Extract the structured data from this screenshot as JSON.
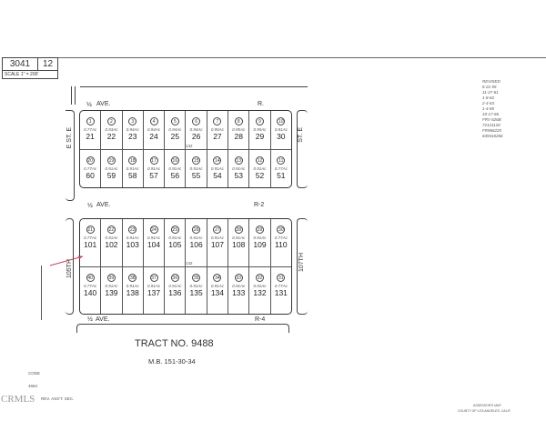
{
  "header": {
    "book": "3041",
    "page": "12",
    "scale": "SCALE 1\" = 200'"
  },
  "revised_note": [
    "REVISED",
    "6-21-55",
    "11-27-61",
    "1-8-62",
    "2-4-63",
    "1-4-65",
    "10-17-66",
    "FRV 626B",
    "72121120",
    "FR966220",
    "639416266"
  ],
  "streets": {
    "ave_r": "AVE.",
    "r": "R.",
    "ave_r2": "AVE.",
    "r2": "R-2",
    "ave_r4": "AVE.",
    "r4": "R-4",
    "e_st_w": "E ST. E",
    "st_e": "ST. E",
    "th105": "105TH",
    "th107": "107TH",
    "half": "½"
  },
  "blocks": [
    {
      "top": {
        "lots": [
          "21",
          "22",
          "23",
          "24",
          "25",
          "26",
          "27",
          "28",
          "29",
          "30"
        ],
        "circles": [
          "1",
          "2",
          "3",
          "4",
          "5",
          "6",
          "7",
          "8",
          "9",
          "10"
        ],
        "acres": [
          "0.77Ac",
          "0.93Ac",
          "0.94Ac",
          "0.94Ac",
          "0.94Ac",
          "0.94Ac",
          "0.95Ac",
          "0.95Ac",
          "0.95Ac",
          "0.81Ac"
        ]
      },
      "bottom": {
        "lots": [
          "60",
          "59",
          "58",
          "57",
          "56",
          "55",
          "54",
          "53",
          "52",
          "51"
        ],
        "circles": [
          "20",
          "19",
          "18",
          "17",
          "16",
          "15",
          "14",
          "13",
          "12",
          "11"
        ],
        "acres": [
          "0.77Ac",
          "0.91Ac",
          "0.91Ac",
          "0.91Ac",
          "0.91Ac",
          "0.91Ac",
          "0.91Ac",
          "0.91Ac",
          "0.91Ac",
          "0.77Ac"
        ]
      }
    },
    {
      "top": {
        "lots": [
          "101",
          "102",
          "103",
          "104",
          "105",
          "106",
          "107",
          "108",
          "109",
          "110"
        ],
        "circles": [
          "21",
          "22",
          "23",
          "24",
          "25",
          "26",
          "27",
          "28",
          "29",
          "30"
        ],
        "acres": [
          "0.77Ac",
          "0.91Ac",
          "0.91Ac",
          "0.91Ac",
          "0.91Ac",
          "0.91Ac",
          "0.91Ac",
          "0.91Ac",
          "0.91Ac",
          "0.77Ac"
        ]
      },
      "bottom": {
        "lots": [
          "140",
          "139",
          "138",
          "137",
          "136",
          "135",
          "134",
          "133",
          "132",
          "131"
        ],
        "circles": [
          "40",
          "39",
          "38",
          "37",
          "36",
          "35",
          "34",
          "33",
          "32",
          "31"
        ],
        "acres": [
          "0.77Ac",
          "0.91Ac",
          "0.91Ac",
          "0.91Ac",
          "0.91Ac",
          "0.91Ac",
          "0.91Ac",
          "0.91Ac",
          "0.91Ac",
          "0.77Ac"
        ]
      }
    }
  ],
  "frontage": "132",
  "tract": {
    "title": "TRACT NO. 9488",
    "mb": "M.B. 151-30-34"
  },
  "code": {
    "label": "CODE",
    "value": "4684"
  },
  "rev": "REV. ASS'T. SEC.",
  "watermark": "CRMLS",
  "footer": {
    "line1": "ASSESSOR'S MAP",
    "line2": "COUNTY OF LOS ANGELES, CALIF."
  },
  "colors": {
    "ink": "#333333",
    "arrow": "#c0405a"
  }
}
